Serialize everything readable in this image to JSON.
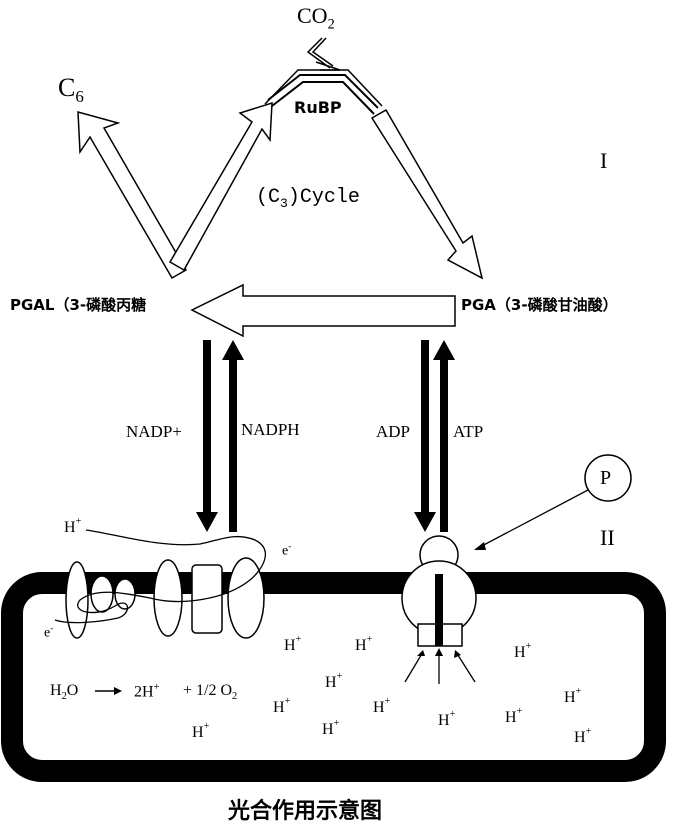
{
  "calvin": {
    "co2": {
      "main": "CO",
      "sub": "2"
    },
    "rubp": "RuBP",
    "c6": {
      "main": "C",
      "sub": "6"
    },
    "cycle": {
      "pre": "(C",
      "sub": "3",
      "post": ")Cycle"
    },
    "region_one": "I",
    "pgal": "PGAL（3-磷酸丙糖",
    "pga": "PGA（3-磷酸甘油酸）"
  },
  "transfer": {
    "nadp_plus": "NADP+",
    "nadph": "NADPH",
    "adp": "ADP",
    "atp": "ATP"
  },
  "membrane": {
    "phosphate": "P",
    "region_two": "II",
    "electron": {
      "main": "e",
      "sup": "-"
    },
    "hplus": {
      "main": "H",
      "sup": "+"
    },
    "water_eq": {
      "h2o_main": "H",
      "h2o_sub": "2",
      "h2o_end": "O",
      "products": "2H",
      "plus_half": "+ 1/2 O",
      "o2_sub": "2"
    }
  },
  "caption": "光合作用示意图"
}
